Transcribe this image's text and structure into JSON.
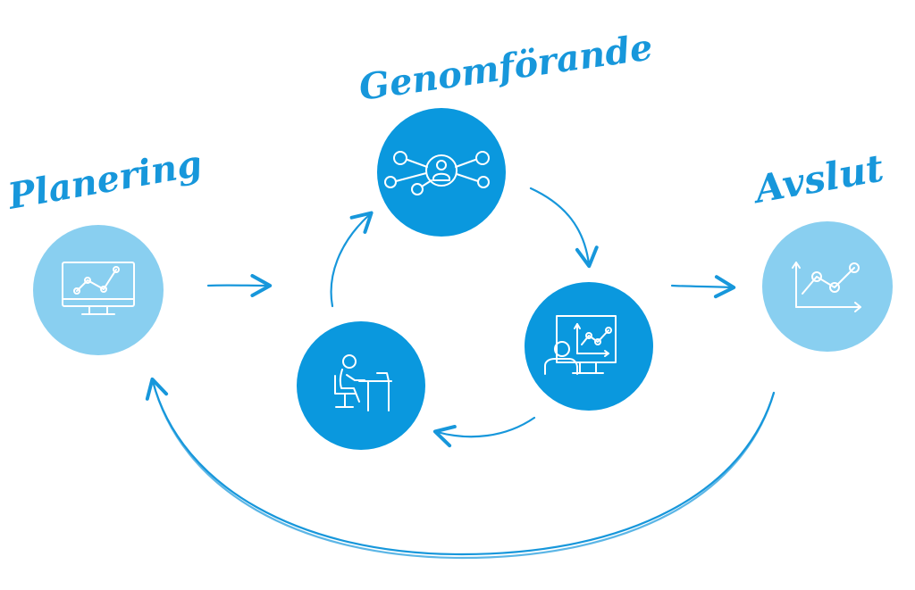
{
  "labels": {
    "planning": "Planering",
    "execution": "Genomförande",
    "closing": "Avslut"
  },
  "colors": {
    "light_blue": "#89CFF0",
    "dark_blue": "#0A98DE",
    "arrow_blue": "#1797DB",
    "white": "#FFFFFF"
  },
  "icons": {
    "planning": "monitor-line-chart-icon",
    "execution_top": "network-user-icon",
    "execution_right": "presentation-chart-icon",
    "execution_left": "desk-worker-icon",
    "closing": "line-chart-icon"
  }
}
